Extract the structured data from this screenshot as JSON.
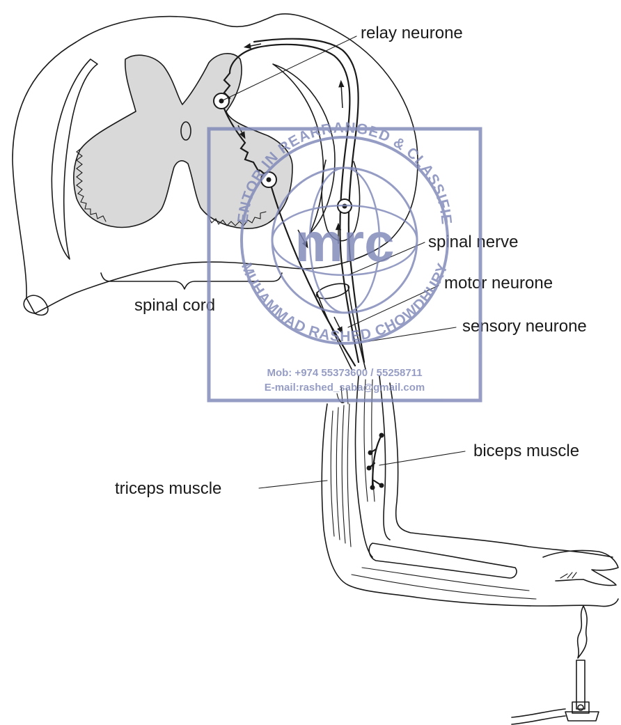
{
  "labels": {
    "relay_neurone": "relay neurone",
    "spinal_nerve": "spinal nerve",
    "motor_neurone": "motor neurone",
    "sensory_neurone": "sensory neurone",
    "spinal_cord": "spinal cord",
    "biceps_muscle": "biceps muscle",
    "triceps_muscle": "triceps muscle"
  },
  "watermark": {
    "logo": "mrc",
    "ring_top": "MENTOR IN REARRANGED & CLASSIFIED",
    "ring_bottom": "MUHAMMAD RASHED CHOWDHURY",
    "mobile": "Mob: +974 55373600 / 55258711",
    "email": "E-mail:rashed_saba@gmail.com"
  },
  "colors": {
    "line": "#1a1a1a",
    "grey_matter": "#d9d9d9",
    "watermark": "#8088b8"
  }
}
